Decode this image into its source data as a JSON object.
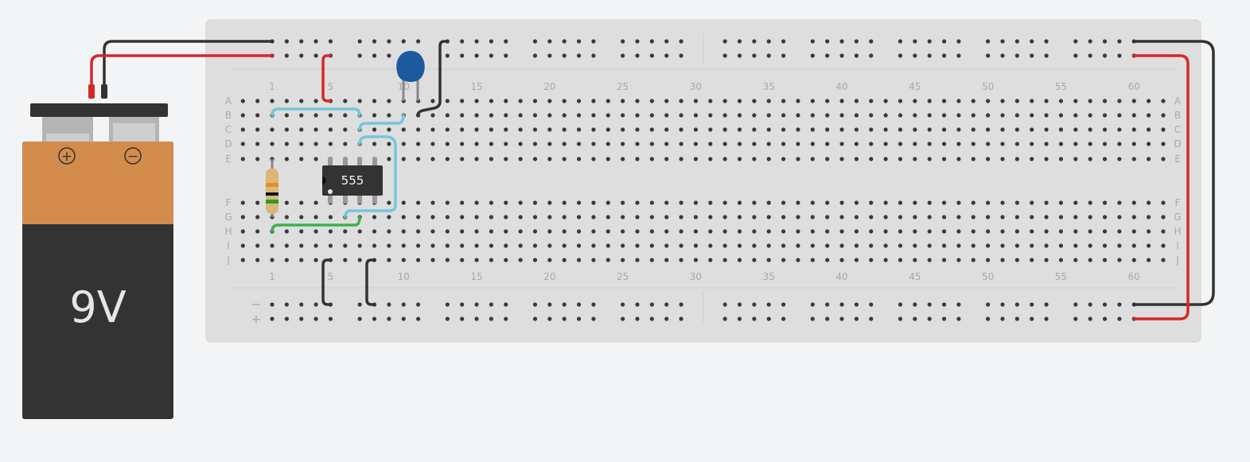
{
  "breadboard": {
    "column_labels": [
      "1",
      "5",
      "10",
      "15",
      "20",
      "25",
      "30",
      "35",
      "40",
      "45",
      "50",
      "55",
      "60"
    ],
    "row_labels_top": [
      "A",
      "B",
      "C",
      "D",
      "E"
    ],
    "row_labels_bottom": [
      "F",
      "G",
      "H",
      "I",
      "J"
    ],
    "rail_minus": "−",
    "rail_plus": "+",
    "rail_minus_color": "#a8d0e8",
    "rail_plus_color": "#f2a3a3"
  },
  "chip": {
    "label": "555"
  },
  "battery": {
    "label": "9V",
    "plus": "+",
    "minus": "−"
  },
  "colors": {
    "red_wire": "#d62728",
    "black_wire": "#333333",
    "cyan_wire": "#74c6dc",
    "green_wire": "#3fb24a",
    "capacitor": "#1c5aa0",
    "battery_top": "#d48c4c",
    "battery_body": "#333333"
  }
}
